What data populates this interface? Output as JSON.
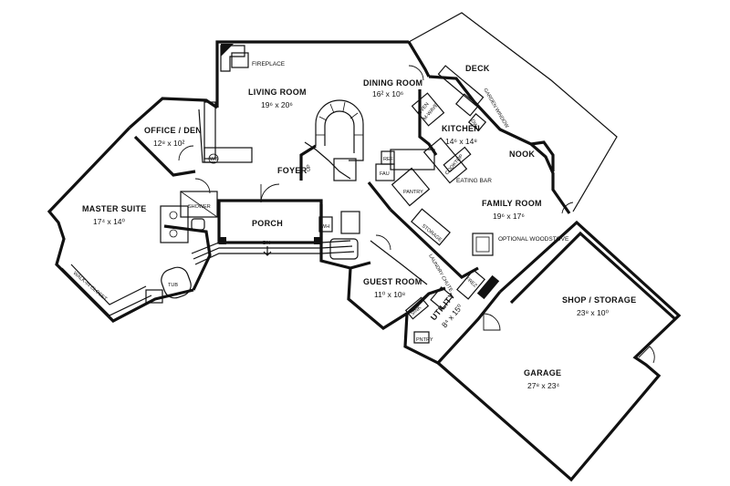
{
  "labels": {
    "fireplace": "FIREPLACE",
    "living_room": "LIVING ROOM",
    "living_dim": "19⁶ x 20⁶",
    "dining_room": "DINING ROOM",
    "dining_dim": "16² x 10⁶",
    "deck": "DECK",
    "garden_window": "GARDEN WINDOW",
    "oven": "OVEN",
    "m_wave": "M-WAVE",
    "kitchen": "KITCHEN",
    "kitchen_dim": "14⁶ x 14⁸",
    "dw": "DW",
    "nook": "NOOK",
    "office_den": "OFFICE / DEN",
    "office_dim": "12⁸ x 10²",
    "wb": "WB",
    "foyer": "FOYER",
    "up": "UP",
    "ref": "REF",
    "fau": "FAU",
    "cooktop": "COOKTOP",
    "eating_bar": "EATING BAR",
    "pantry": "PANTRY",
    "family_room": "FAMILY ROOM",
    "family_dim": "19⁶ x 17⁶",
    "master_suite": "MASTER SUITE",
    "master_dim": "17⁴ x 14⁰",
    "shower": "SHOWER",
    "porch": "PORCH",
    "dn": "DN",
    "wh": "WH",
    "storage": "STORAGE",
    "optional_woodstove": "OPTIONAL WOODSTOVE",
    "walk_in_closet": "WALK-IN CLOSET",
    "tub": "TUB",
    "laundry_chute": "LAUNDRY CHUTE",
    "guest_room": "GUEST ROOM",
    "guest_dim": "11⁰ x 10⁸",
    "frez": "FREZ",
    "shop_storage": "SHOP / STORAGE",
    "shop_dim": "23⁸ x 10⁰",
    "sink": "SINK",
    "utility": "UTILITY",
    "utility_dim": "8⁴ x 15⁰",
    "pantry2": "PNTRY",
    "garage": "GARAGE",
    "garage_dim": "27⁸ x 23⁴"
  }
}
